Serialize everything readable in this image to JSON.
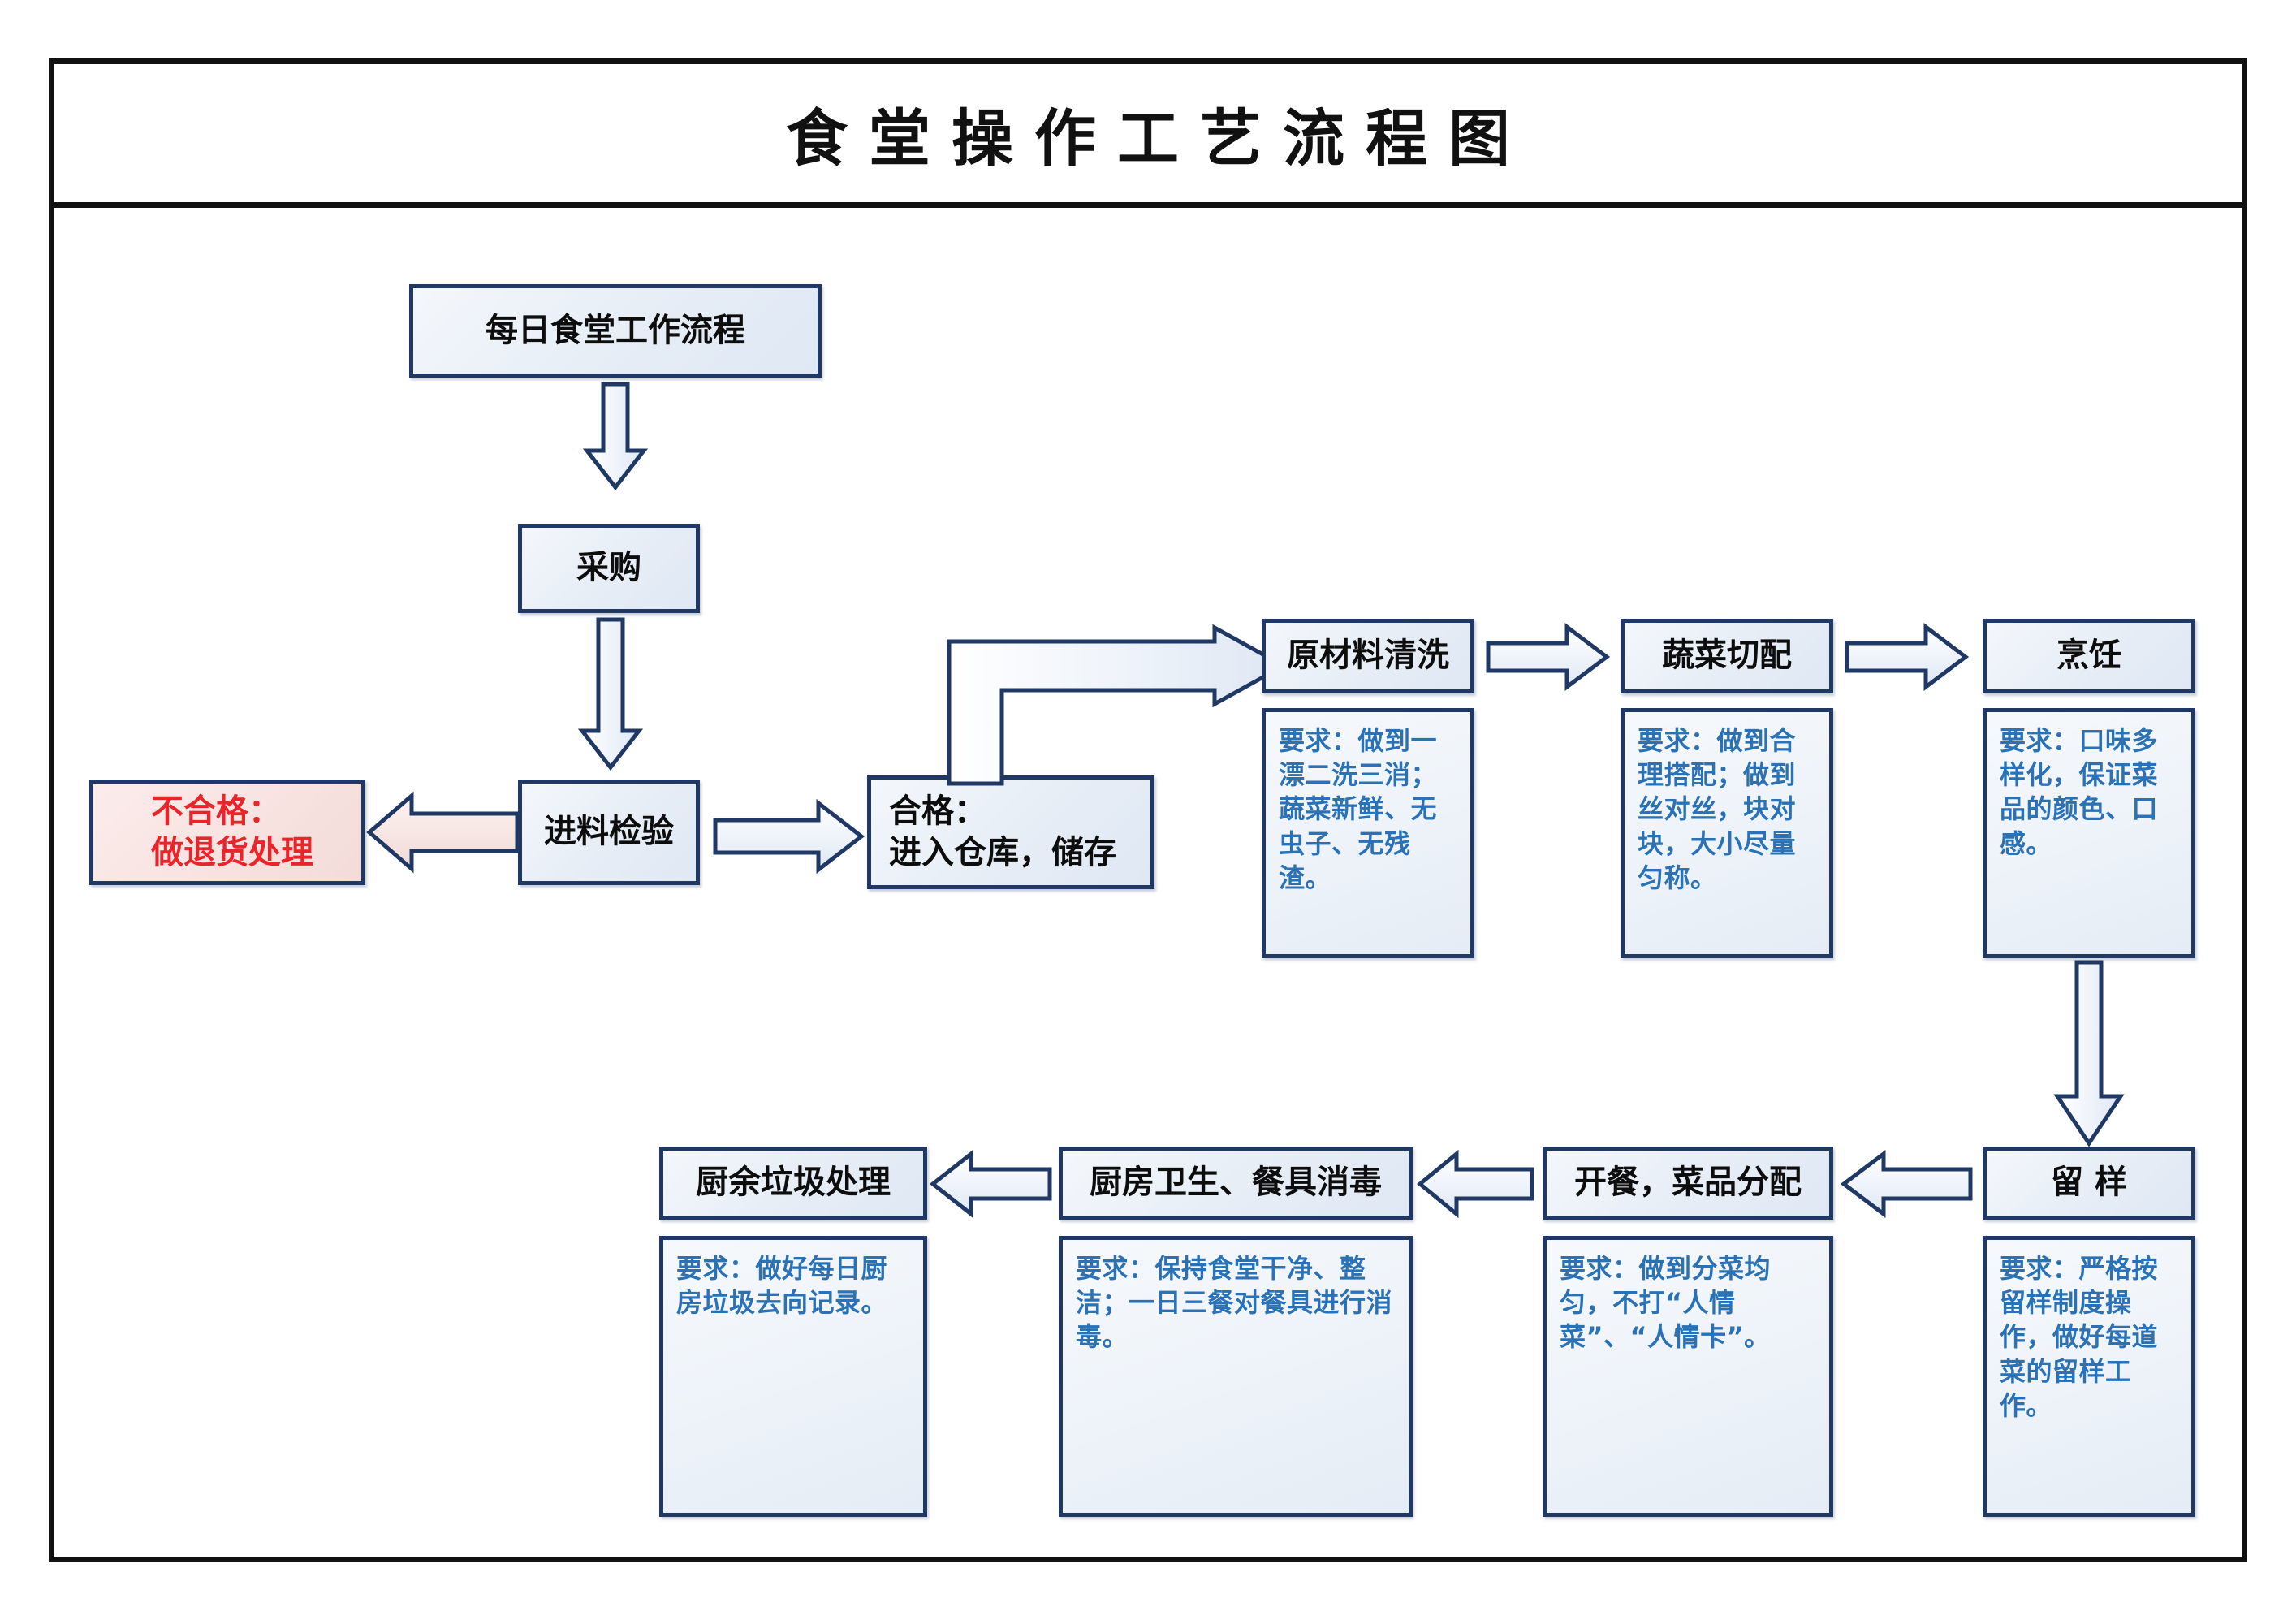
{
  "document": {
    "title": "食堂操作工艺流程图"
  },
  "colors": {
    "frame_border": "#111111",
    "box_border": "#1f3864",
    "box_fill": "#e9f0f8",
    "note_text": "#2a72b5",
    "reject_text": "#e8252a",
    "reject_fill": "#f7e2e0"
  },
  "nodes": {
    "start": {
      "label": "每日食堂工作流程"
    },
    "purchase": {
      "label": "采购"
    },
    "inspection": {
      "label": "进料检验"
    },
    "reject": {
      "label": "不合格：\n做退货处理"
    },
    "pass": {
      "label": "合格：\n进入仓库，储存"
    },
    "washing": {
      "label": "原材料清洗"
    },
    "cutting": {
      "label": "蔬菜切配"
    },
    "cooking": {
      "label": "烹饪"
    },
    "sampling": {
      "label": "留    样"
    },
    "serving": {
      "label": "开餐，菜品分配"
    },
    "hygiene": {
      "label": "厨房卫生、餐具消毒"
    },
    "waste": {
      "label": "厨余垃圾处理"
    }
  },
  "notes": {
    "washing": {
      "text": "要求：做到一漂二洗三消；蔬菜新鲜、无虫子、无残渣。"
    },
    "cutting": {
      "text": "要求：做到合理搭配；做到丝对丝，块对块，大小尽量匀称。"
    },
    "cooking": {
      "text": "要求：口味多样化，保证菜品的颜色、口感。"
    },
    "sampling": {
      "text": "要求：严格按留样制度操作，做好每道菜的留样工作。"
    },
    "serving": {
      "text": "要求：做到分菜均匀，不打“人情菜”、“人情卡”。"
    },
    "hygiene": {
      "text": "要求：保持食堂干净、整洁；一日三餐对餐具进行消毒。"
    },
    "waste": {
      "text": "要求：做好每日厨房垃圾去向记录。"
    }
  },
  "connectors": [
    {
      "name": "start-to-purchase",
      "direction": "down"
    },
    {
      "name": "purchase-to-inspection",
      "direction": "down"
    },
    {
      "name": "inspection-to-reject",
      "direction": "left"
    },
    {
      "name": "inspection-to-pass",
      "direction": "right"
    },
    {
      "name": "pass-to-washing",
      "direction": "elbow-up-right"
    },
    {
      "name": "washing-to-cutting",
      "direction": "right"
    },
    {
      "name": "cutting-to-cooking",
      "direction": "right"
    },
    {
      "name": "cooking-to-sampling",
      "direction": "down"
    },
    {
      "name": "sampling-to-serving",
      "direction": "left"
    },
    {
      "name": "serving-to-hygiene",
      "direction": "left"
    },
    {
      "name": "hygiene-to-waste",
      "direction": "left"
    }
  ]
}
